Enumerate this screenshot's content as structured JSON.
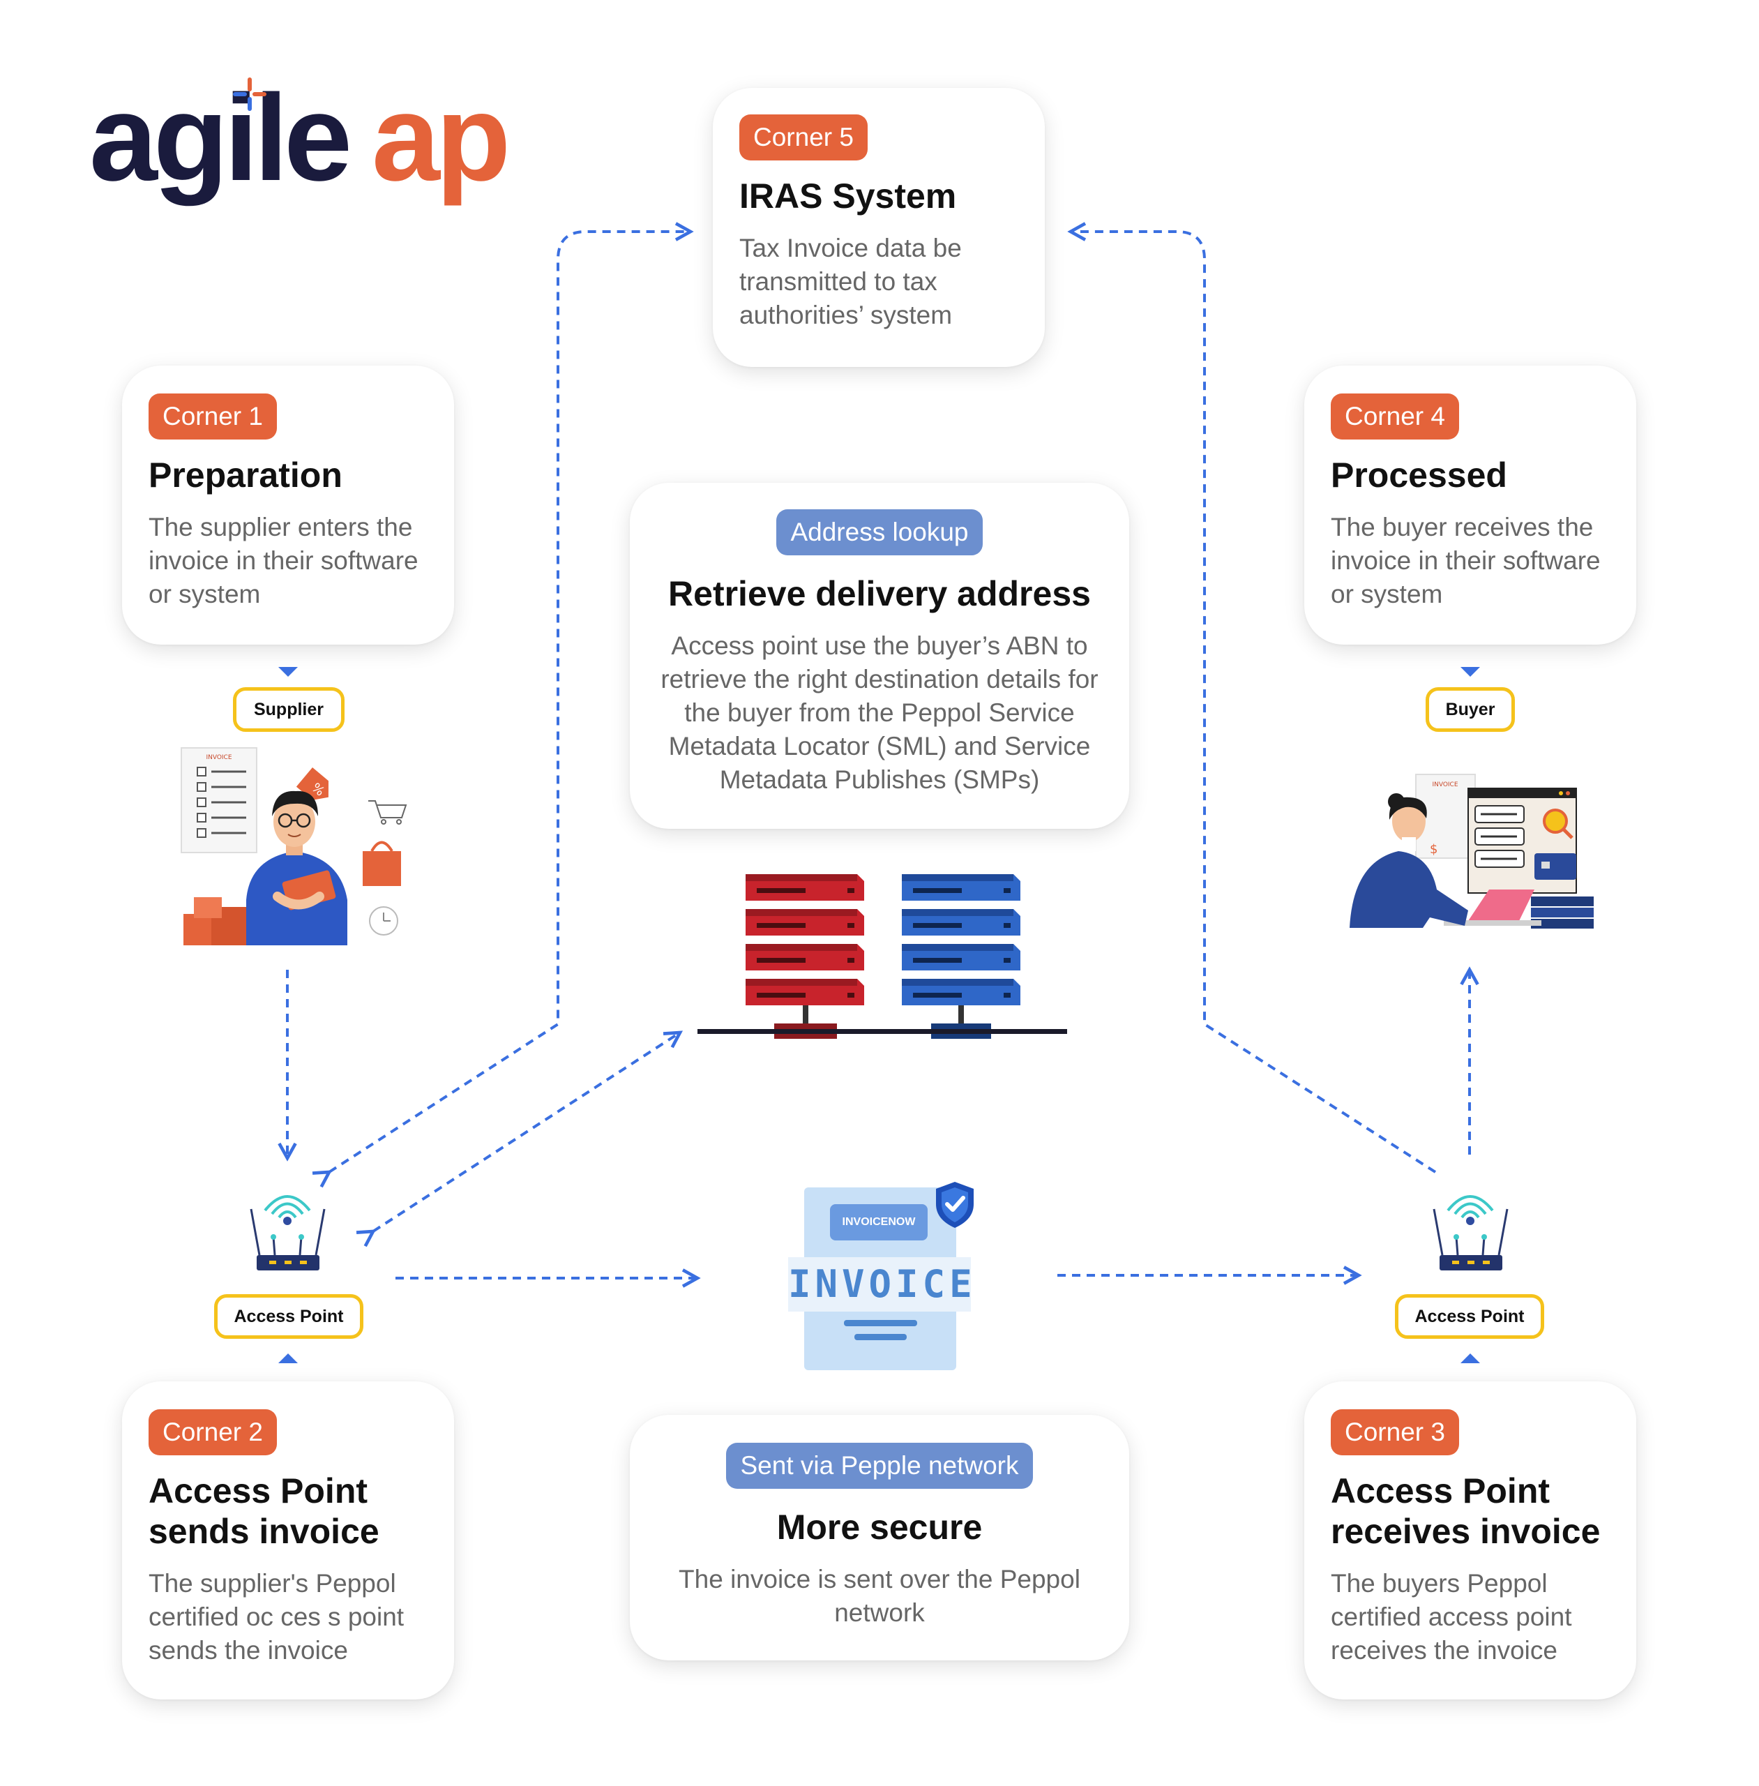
{
  "logo": {
    "part1": "agile",
    "part2": "ap"
  },
  "colors": {
    "navy": "#1a1b3d",
    "orange": "#e4633a",
    "corner_badge": "#e4633a",
    "lookup_badge": "#6c8fcf",
    "arrow": "#3a6fe0",
    "pill_border": "#f5c21b"
  },
  "corner5": {
    "badge": "Corner 5",
    "title": "IRAS System",
    "desc": "Tax Invoice data be transmitted to tax authorities’ system"
  },
  "corner1": {
    "badge": "Corner 1",
    "title": "Preparation",
    "desc": "The supplier enters the invoice in their software or system"
  },
  "corner4": {
    "badge": "Corner 4",
    "title": "Processed",
    "desc": "The buyer receives the invoice in their software or system"
  },
  "lookup": {
    "badge": "Address lookup",
    "title": "Retrieve delivery address",
    "desc": "Access point use the buyer’s ABN to retrieve the right destination details for the buyer from the Peppol Service Metadata Locator (SML) and Service Metadata Publishes (SMPs)"
  },
  "corner2": {
    "badge": "Corner 2",
    "title_line1": "Access Point",
    "title_line2": "sends invoice",
    "desc": "The supplier's Peppol certified oc ces s point sends the invoice"
  },
  "network": {
    "badge": "Sent via Pepple network",
    "title": "More secure",
    "desc": "The invoice is sent over the Peppol network"
  },
  "corner3": {
    "badge": "Corner 3",
    "title_line1": "Access Point",
    "title_line2": "receives invoice",
    "desc": "The buyers Peppol certified access point receives the invoice"
  },
  "labels": {
    "supplier": "Supplier",
    "buyer": "Buyer",
    "access_point_left": "Access Point",
    "access_point_right": "Access Point"
  },
  "invoice_doc": {
    "brand": "INVOICENOW",
    "word": "INVOICE"
  },
  "illustration_text": {
    "invoice_small": "INVOICE",
    "percent": "%",
    "dollar": "$"
  },
  "icons": [
    "supplier-illustration",
    "buyer-illustration",
    "server-icon",
    "router-icon",
    "invoice-document-icon",
    "shield-check-icon"
  ]
}
